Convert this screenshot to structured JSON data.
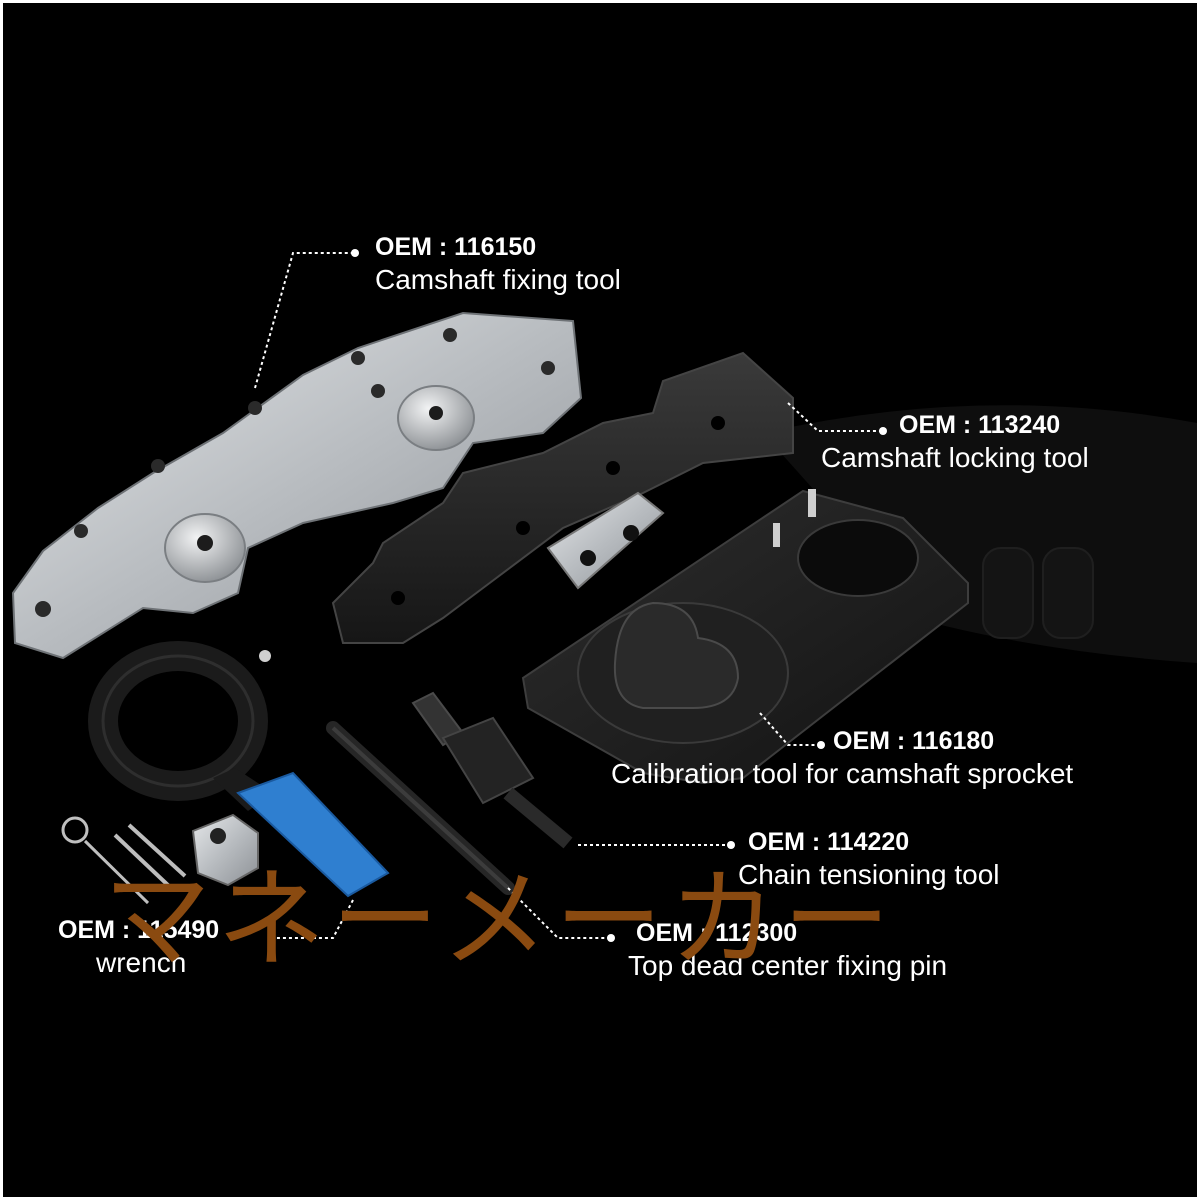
{
  "labels": {
    "camshaft_fixing": {
      "code": "OEM : 116150",
      "name": "Camshaft fixing tool"
    },
    "camshaft_locking": {
      "code": "OEM : 113240",
      "name": "Camshaft locking tool"
    },
    "calibration": {
      "code": "OEM : 116180",
      "name": "Calibration tool for camshaft sprocket"
    },
    "chain_tensioning": {
      "code": "OEM : 114220",
      "name": "Chain tensioning tool"
    },
    "wrench": {
      "code": "OEM : 115490",
      "name": "wrench"
    },
    "tdc_pin": {
      "code": "OEM : 112300",
      "name": "Top dead center fixing pin"
    }
  },
  "watermark": {
    "text": "マネーメーカー",
    "color": "#8a4a10"
  },
  "colors": {
    "background": "#000000",
    "frame": "#ffffff",
    "handle_blue": "#2f7fd0",
    "aluminum": "#c8ccd0"
  }
}
